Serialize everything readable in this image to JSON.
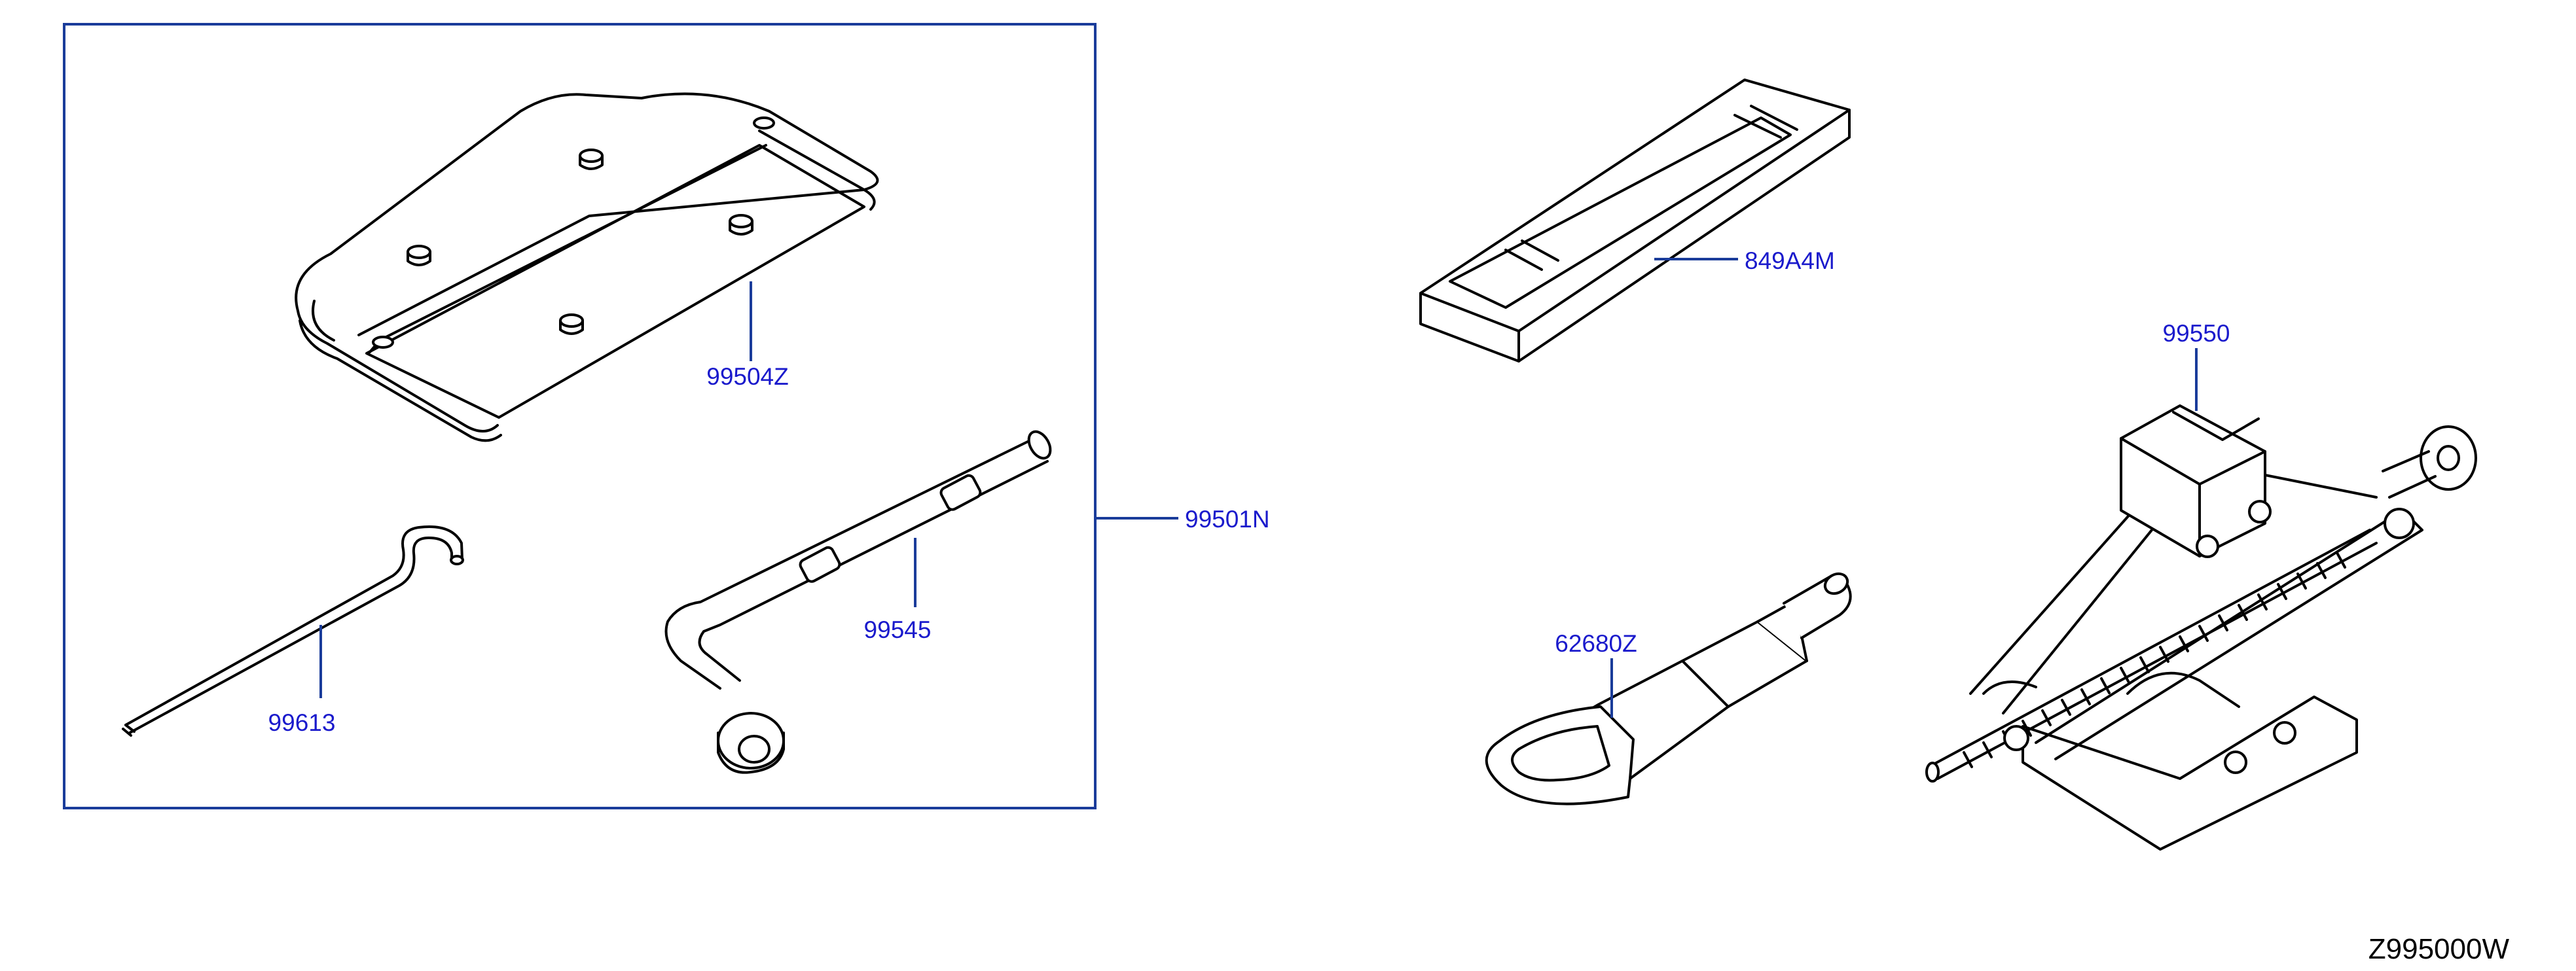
{
  "colors": {
    "leader": "#1a3c9a",
    "callout_text": "#1a1acc",
    "drawing": "#000000",
    "diagram_code": "#000000"
  },
  "callouts": {
    "tool_kit_assembly": "99501N",
    "tool_tray": "99504Z",
    "jack_handle": "99613",
    "wheel_nut_wrench": "99545",
    "tool_bag": "849A4M",
    "jack": "99550",
    "towing_hook": "62680Z"
  },
  "diagram_code": "Z995000W"
}
